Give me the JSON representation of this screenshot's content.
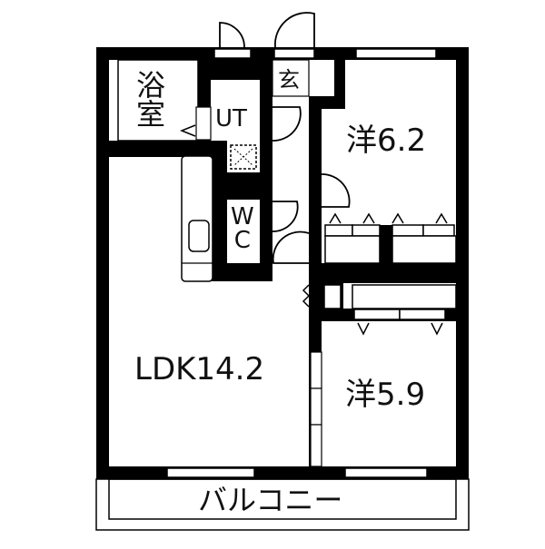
{
  "floorplan": {
    "title": "Floor plan",
    "colors": {
      "wall": "#000000",
      "background": "#ffffff",
      "line": "#000000"
    },
    "rooms": {
      "bath": {
        "line1": "浴",
        "line2": "室"
      },
      "utility": {
        "label": "UT"
      },
      "entrance": {
        "label": "玄"
      },
      "toilet": {
        "line1": "W",
        "line2": "C"
      },
      "western_room_1": {
        "label": "洋6.2"
      },
      "ldk": {
        "label": "LDK14.2"
      },
      "western_room_2": {
        "label": "洋5.9"
      },
      "balcony": {
        "label": "バルコニー"
      }
    }
  }
}
